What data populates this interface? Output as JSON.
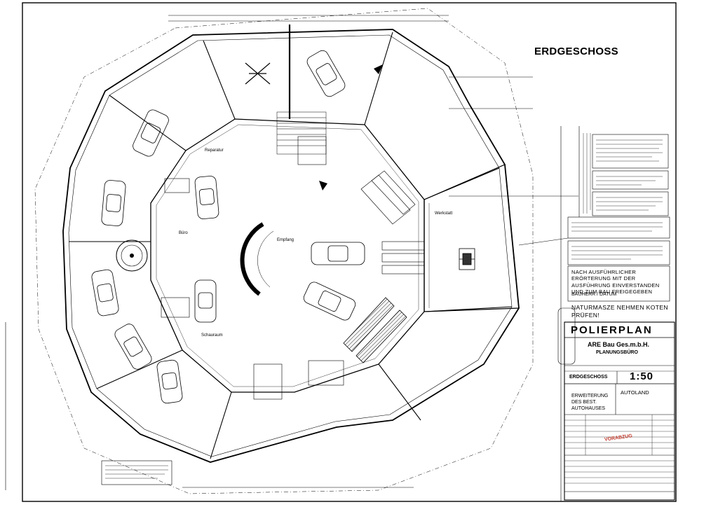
{
  "drawing": {
    "heading": "ERDGESCHOSS",
    "zones": {
      "repair_area": "Reparatur",
      "office": "Büro",
      "reception": "Empfang",
      "workshop": "Werkstatt",
      "showroom": "Schauraum"
    }
  },
  "notes": {
    "approval_title": "NACH AUSFÜHRLICHER ERÖRTERUNG MIT DER AUSFÜHRUNG EINVERSTANDEN UND ZUM BAU FREIGEGEBEN",
    "approval_sign": "BAUHERR / DATUM",
    "dimension_warning": "NATURMASZE NEHMEN KOTEN PRÜFEN!"
  },
  "title_block": {
    "plan_type": "POLIERPLAN",
    "company": "ARE Bau Ges.m.b.H.",
    "company_sub": "PLANUNGSBÜRO",
    "sheet_name": "ERDGESCHOSS",
    "scale": "1:50",
    "project_line1": "ERWEITERUNG",
    "project_line2": "DES BEST.",
    "project_line3": "AUTOHAUSES",
    "client": "AUTOLAND",
    "stamp": "VORABZUG"
  },
  "colors": {
    "line": "#000000",
    "paper": "#ffffff",
    "stamp": "#c0392b",
    "hatch": "#555555"
  }
}
